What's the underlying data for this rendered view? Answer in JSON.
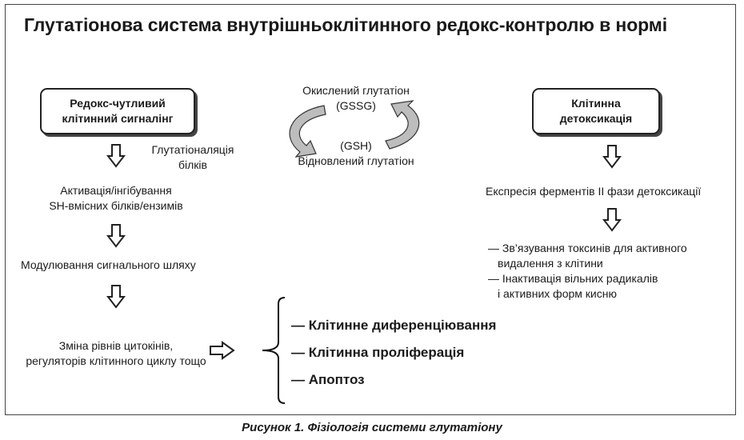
{
  "title": "Глутатіонова система внутрішньоклітинного редокс-контролю в нормі",
  "left_box": {
    "line1": "Редокс-чутливий",
    "line2": "клітинний сигналінг"
  },
  "right_box": {
    "line1": "Клітинна",
    "line2": "детоксикація"
  },
  "cycle": {
    "oxidized_label": "Окислений глутатіон",
    "oxidized_abbr": "(GSSG)",
    "reduced_abbr": "(GSH)",
    "reduced_label": "Відновлений глутатіон"
  },
  "left_flow": {
    "glutathionylation_line1": "Глутатіоналяція",
    "glutathionylation_line2": "білків",
    "activation_line1": "Активація/інгібування",
    "activation_line2": "SH-вмісних білків/ензимів",
    "modulation": "Модулювання сигнального шляху",
    "change_line1": "Зміна рівнів цитокінів,",
    "change_line2": "регуляторів клітинного циклу тощо"
  },
  "right_flow": {
    "expression": "Експресія ферментів ІІ фази детоксикації",
    "binding_line1": "— Зв’язування токсинів для активного",
    "binding_line2": "видалення з клітини",
    "inactivation_line1": "— Інактивація вільних радикалів",
    "inactivation_line2": "і активних форм кисню"
  },
  "outcomes": [
    "— Клітинне диференціювання",
    "— Клітинна проліферація",
    "— Апоптоз"
  ],
  "caption": "Рисунок 1. Фізіологія системи глутатіону"
}
